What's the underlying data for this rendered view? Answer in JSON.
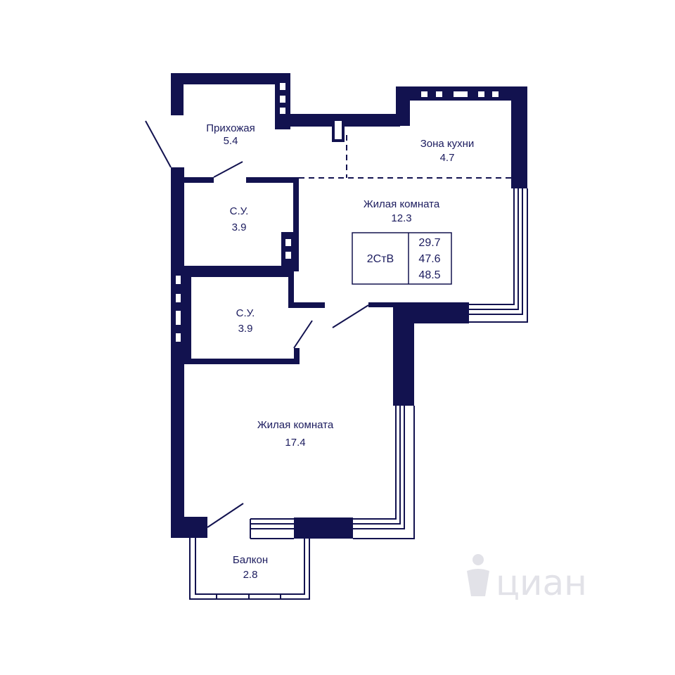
{
  "colors": {
    "wall": "#12124f",
    "text": "#1b1b5e",
    "line": "#12124f",
    "watermark": "#e2e2e8"
  },
  "rooms": {
    "hallway": {
      "name": "Прихожая",
      "area": "5.4"
    },
    "kitchen": {
      "name": "Зона кухни",
      "area": "4.7"
    },
    "living_1": {
      "name": "Жилая комната",
      "area": "12.3"
    },
    "bathroom_1": {
      "name": "С.У.",
      "area": "3.9"
    },
    "bathroom_2": {
      "name": "С.У.",
      "area": "3.9"
    },
    "living_2": {
      "name": "Жилая комната",
      "area": "17.4"
    },
    "balcony": {
      "name": "Балкон",
      "area": "2.8"
    }
  },
  "apartment_tag": {
    "type": "2СтВ",
    "areas": [
      "29.7",
      "47.6",
      "48.5"
    ]
  },
  "watermark": {
    "text": "циан",
    "icon": "cian-logo-icon"
  }
}
